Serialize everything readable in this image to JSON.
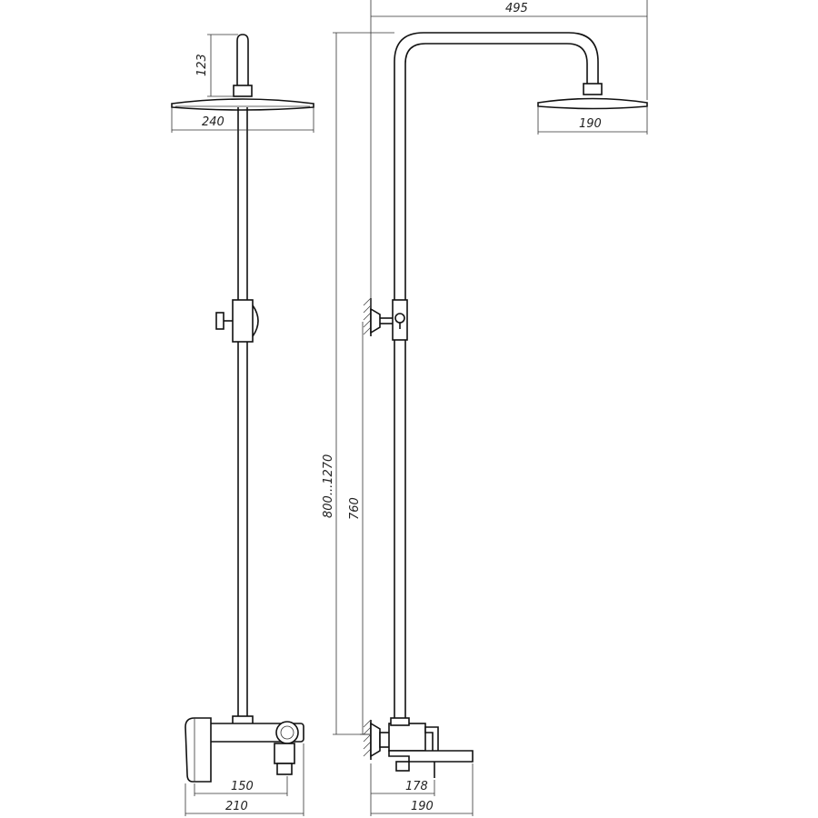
{
  "dimensions": {
    "front_head_height": "123",
    "front_head_width": "240",
    "front_mixer_spacing": "150",
    "front_mixer_width": "210",
    "side_overall_reach": "495",
    "side_head_width": "190",
    "side_height_range": "800...1270",
    "side_mixer_height": "760",
    "side_spout_reach": "178",
    "side_mixer_depth": "190"
  }
}
